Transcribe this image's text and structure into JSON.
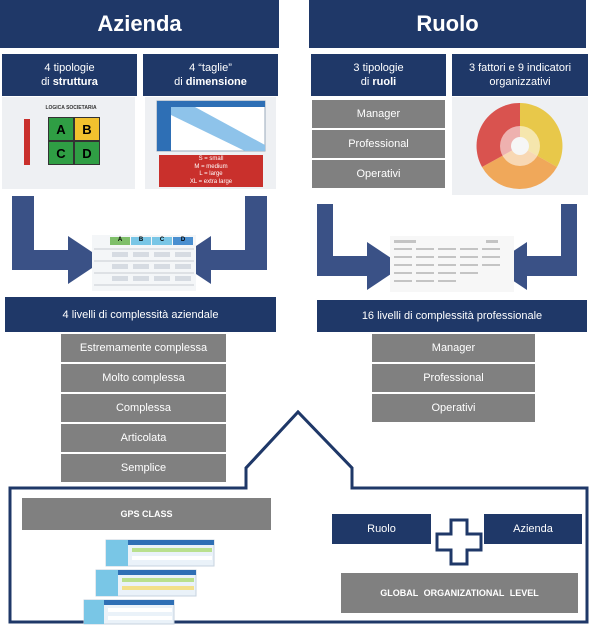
{
  "azienda": {
    "title": "Azienda",
    "struttura": {
      "prefix": "4 tipologie",
      "line2_pre": "di ",
      "bold": "struttura"
    },
    "dimensione": {
      "prefix": "4 “taglie”",
      "line2_pre": "di ",
      "bold": "dimensione"
    },
    "matrix": {
      "top": "LOGICA SOCIETARIA",
      "cells": [
        "A",
        "B",
        "C",
        "D"
      ]
    },
    "size_legend": [
      "S = small",
      "M = medium",
      "L = large",
      "XL = extra large"
    ],
    "mini_table_headers": [
      "A",
      "B",
      "C",
      "D"
    ],
    "complexity_header": "4 livelli di complessità aziendale",
    "levels": [
      "Estremamente complessa",
      "Molto complessa",
      "Complessa",
      "Articolata",
      "Semplice"
    ]
  },
  "ruolo": {
    "title": "Ruolo",
    "tipologie": {
      "prefix": "3 tipologie",
      "line2_pre": "di ",
      "bold": "ruoli"
    },
    "fattori": {
      "line1": "3 fattori e 9 indicatori",
      "line2": "organizzativi"
    },
    "roles": [
      "Manager",
      "Professional",
      "Operativi"
    ],
    "complexity_header": "16 livelli di complessità professionale",
    "levels": [
      "Manager",
      "Professional",
      "Operativi"
    ]
  },
  "bottom": {
    "gps_class": "GPS CLASS",
    "ruolo": "Ruolo",
    "azienda": "Azienda",
    "global_level": "GLOBAL ORGANIZATIONAL LEVEL"
  },
  "colors": {
    "navy": "#1f3868",
    "grey": "#808080"
  }
}
